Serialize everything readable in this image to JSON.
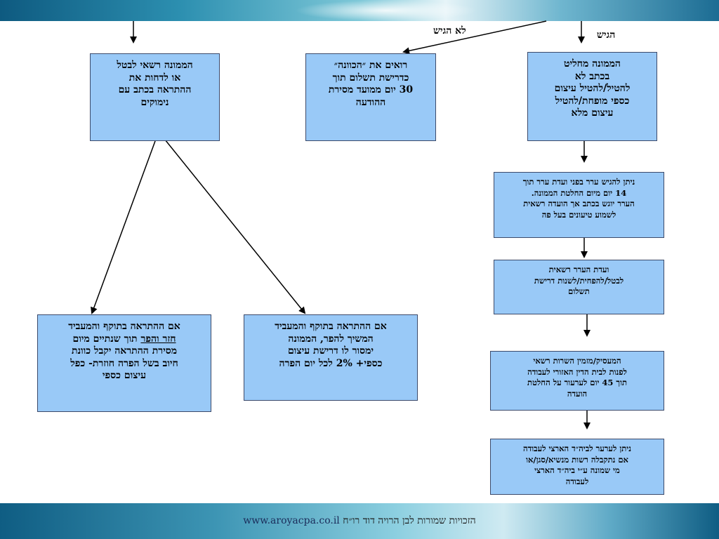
{
  "footer": {
    "rights": "הזכויות שמורות לבן הרויה דוד רו״ח",
    "site": "www.aroyacpa.co.il"
  },
  "edges": {
    "not_submitted": "לא הגיש",
    "submitted": "הגיש"
  },
  "boxes": {
    "supervisor_cancel": [
      "הממונה רשאי לבטל",
      "או לדחות את",
      "ההתראה בכתב עם",
      "נימוקים"
    ],
    "seen_as_intent": [
      "רואים את ״הכוונה״",
      "כדרישת תשלום תוך",
      "30 יום ממועד מסירת",
      "ההודעה"
    ],
    "supervisor_decides": [
      "הממונה מחליט",
      "בכתב לא",
      "להטיל/להטיל עיצום",
      "כספי מופחת/להטיל",
      "עיצום מלא"
    ],
    "appeal_committee": [
      "ניתן להגיש ערר בפני ועדת ערר תוך",
      "14 יום מיום החלטת הממונה.",
      "הערר יוגש בכתב אך הועדה רשאית",
      "לשמוע טיעונים בעל פה"
    ],
    "committee_decision": [
      "ועדת הערר רשאית",
      "לבטל/להפחית/לשנות דרישת",
      "תשלום"
    ],
    "regional_court": [
      "המעסיק/מזמין השרות רשאי",
      "לפנות לבית הדין האזורי לעבודה",
      "תוך 45 יום לערעור על החלטת",
      "הועדה"
    ],
    "national_court": [
      "ניתן לערער לביה״ד הארצי לעבודה",
      "אם נתקבלה רשות מנשיא/סגן/או",
      "מי שמונה ע״י ביה״ד הארצי",
      "לעבודה"
    ],
    "continues_violation": [
      "אם ההתראה בתוקף והמעביד",
      "המשיך להפר, הממונה",
      "ימסור לו דרישת עיצום",
      "כספי+ 2% לכל יום הפרה"
    ],
    "repeat_violation": {
      "line1": "אם ההתראה בתוקף והמעביד",
      "line2_u": "חזר והפר",
      "line2_rest": " תוך שנתיים מיום",
      "line3": "מסירת ההתראה יקבל כוונת",
      "line4": "חיוב בשל הפרה חוזרת- כפל",
      "line5": "עיצום כספי"
    }
  }
}
